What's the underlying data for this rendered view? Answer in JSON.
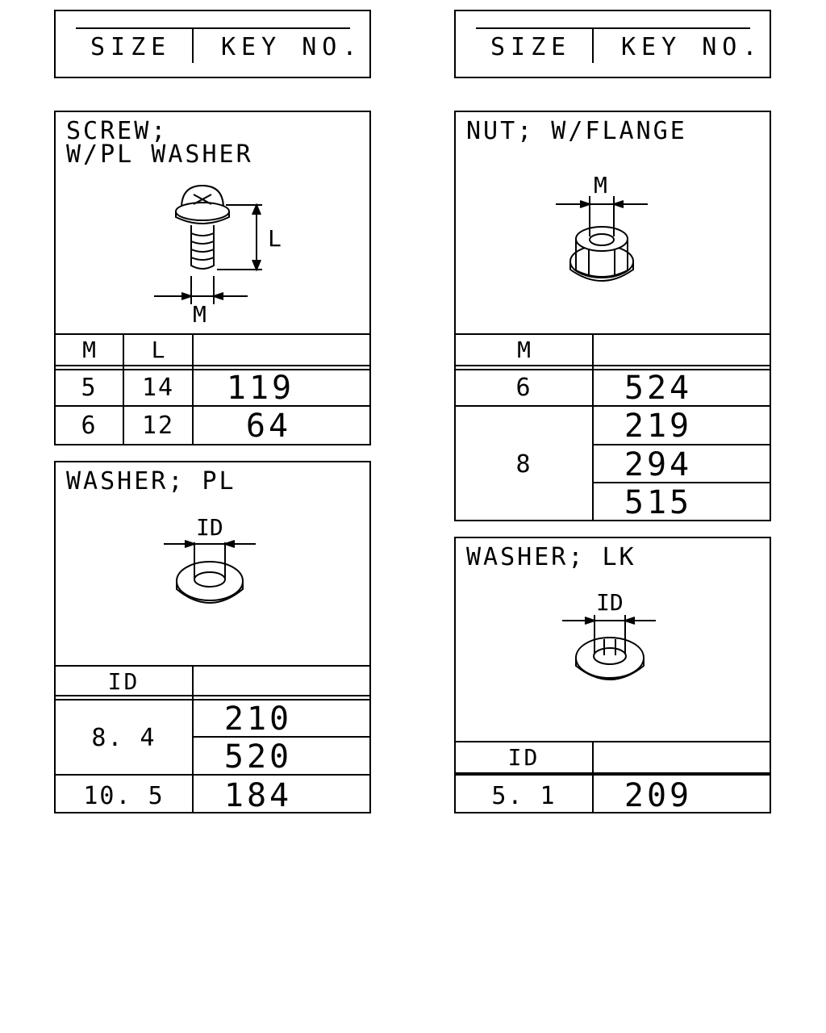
{
  "header": {
    "size_label": "SIZE",
    "key_label": "KEY NO."
  },
  "screw": {
    "title_line1": "SCREW;",
    "title_line2": "W/PL WASHER",
    "dim_l": "L",
    "dim_m": "M",
    "col_m": "M",
    "col_l": "L",
    "rows": [
      {
        "m": "5",
        "l": "14",
        "key": "119"
      },
      {
        "m": "6",
        "l": "12",
        "key": "64"
      }
    ]
  },
  "nut": {
    "title": "NUT; W/FLANGE",
    "dim_m": "M",
    "col_m": "M",
    "rows": [
      {
        "m": "6",
        "keys": [
          "524"
        ]
      },
      {
        "m": "8",
        "keys": [
          "219",
          "294",
          "515"
        ]
      }
    ]
  },
  "washer_pl": {
    "title": "WASHER; PL",
    "dim_id": "ID",
    "col_id": "ID",
    "rows": [
      {
        "id": "8. 4",
        "keys": [
          "210",
          "520"
        ]
      },
      {
        "id": "10. 5",
        "keys": [
          "184"
        ]
      }
    ]
  },
  "washer_lk": {
    "title": "WASHER; LK",
    "dim_id": "ID",
    "col_id": "ID",
    "rows": [
      {
        "id": "5. 1",
        "key": "209"
      }
    ]
  }
}
